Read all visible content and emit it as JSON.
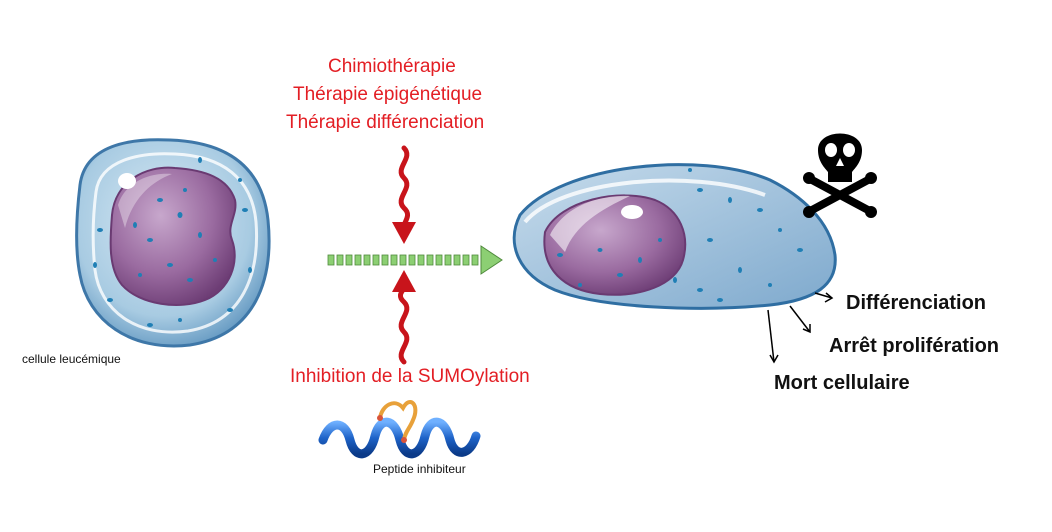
{
  "therapies": [
    "Chimiothérapie",
    "Thérapie épigénétique",
    "Thérapie différenciation"
  ],
  "inhibition_label": "Inhibition de la SUMOylation",
  "leukemic_cell_label": "cellule leucémique",
  "peptide_label": "Peptide inhibiteur",
  "outcomes": [
    "Différenciation",
    "Arrêt prolifération",
    "Mort cellulaire"
  ],
  "colors": {
    "red": "#e31e24",
    "nucleus": "#8e5c94",
    "cytoplasm": "#9ec3dc",
    "arrow_green": "#8ccf73",
    "helix": "#1e63c8"
  }
}
